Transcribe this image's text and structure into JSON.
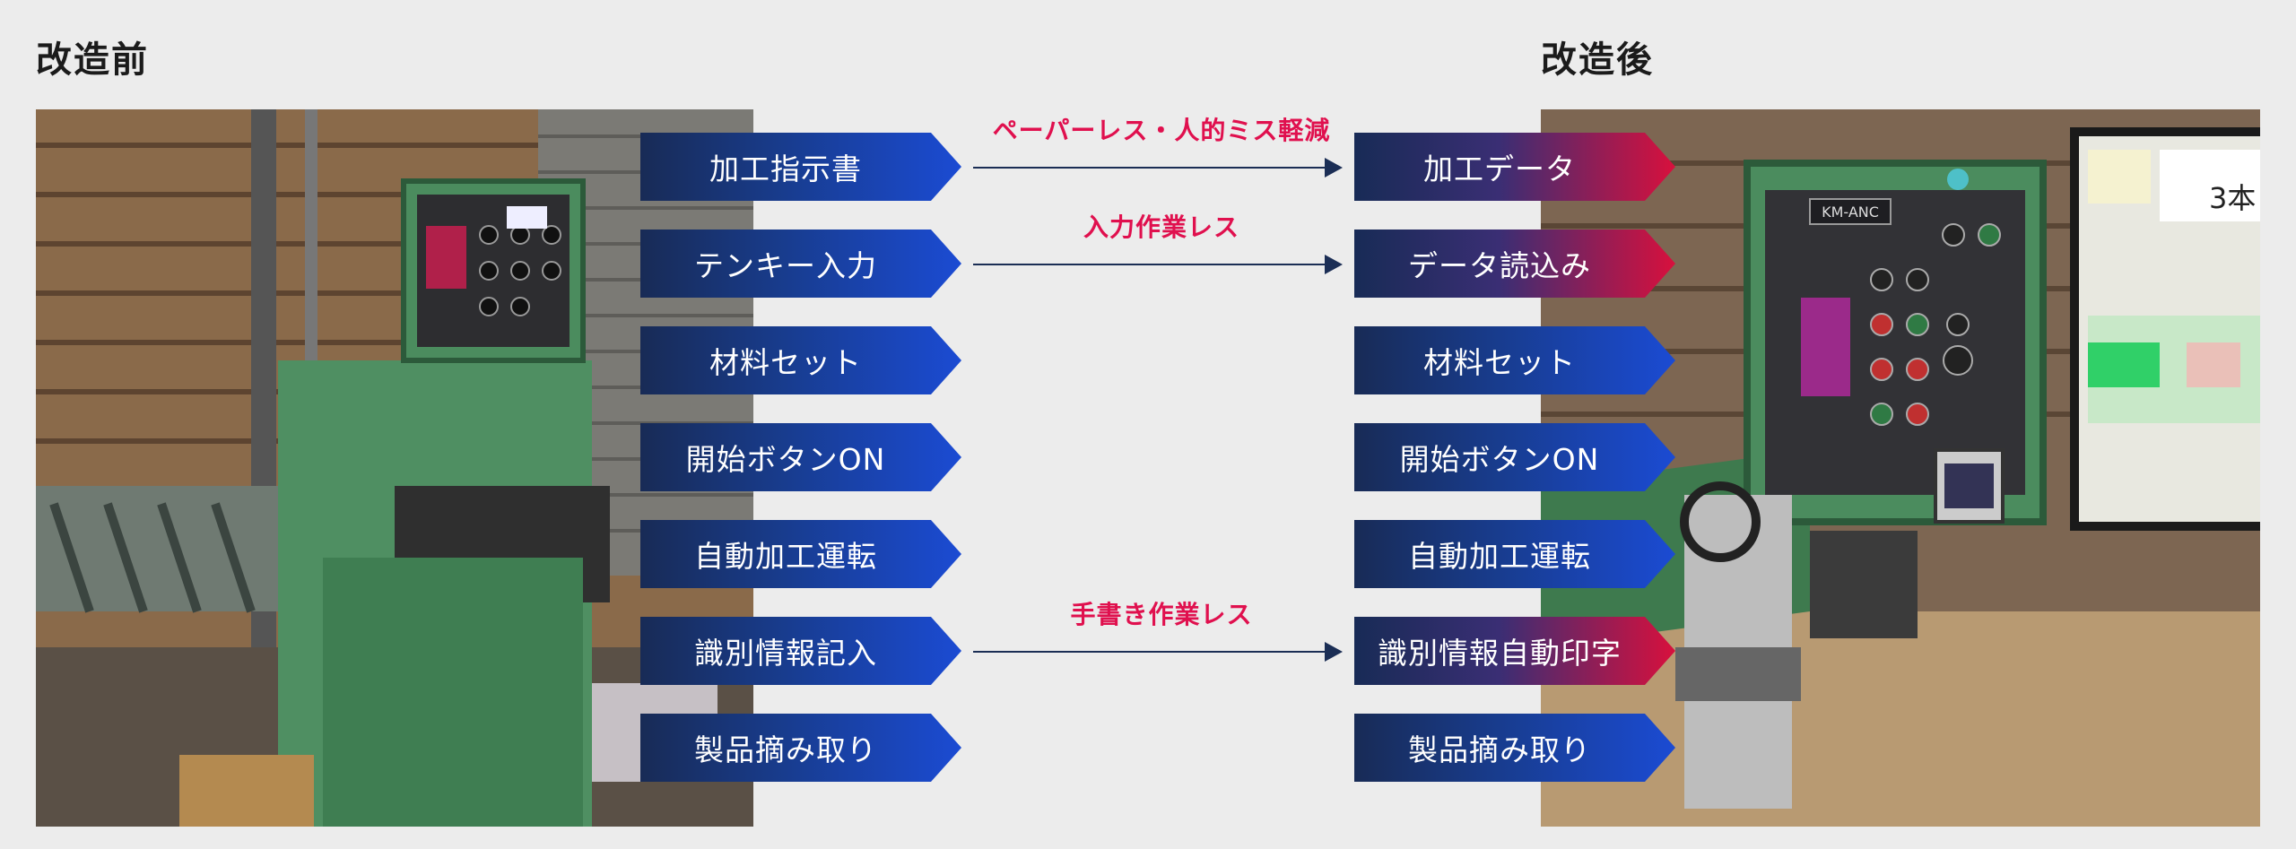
{
  "before": {
    "title": "改造前",
    "steps": [
      "加工指示書",
      "テンキー入力",
      "材料セット",
      "開始ボタンON",
      "自動加工運転",
      "識別情報記入",
      "製品摘み取り"
    ]
  },
  "after": {
    "title": "改造後",
    "steps": [
      "加工データ",
      "データ読込み",
      "材料セット",
      "開始ボタンON",
      "自動加工運転",
      "識別情報自動印字",
      "製品摘み取り"
    ],
    "highlighted_steps": [
      0,
      1,
      5
    ]
  },
  "annotations": [
    {
      "text": "ペーパーレス・人的ミス軽減",
      "step": 0
    },
    {
      "text": "入力作業レス",
      "step": 1
    },
    {
      "text": "手書き作業レス",
      "step": 5
    }
  ],
  "photo_labels": {
    "control_panel": "KM-ANC",
    "screen_large": "3本"
  },
  "colors": {
    "background": "#ececec",
    "chevron_dark": "#182b56",
    "chevron_blue": "#1b4bd3",
    "chevron_red": "#d8103d",
    "annotation_red": "#e0104e",
    "arrow": "#1b2e55"
  }
}
